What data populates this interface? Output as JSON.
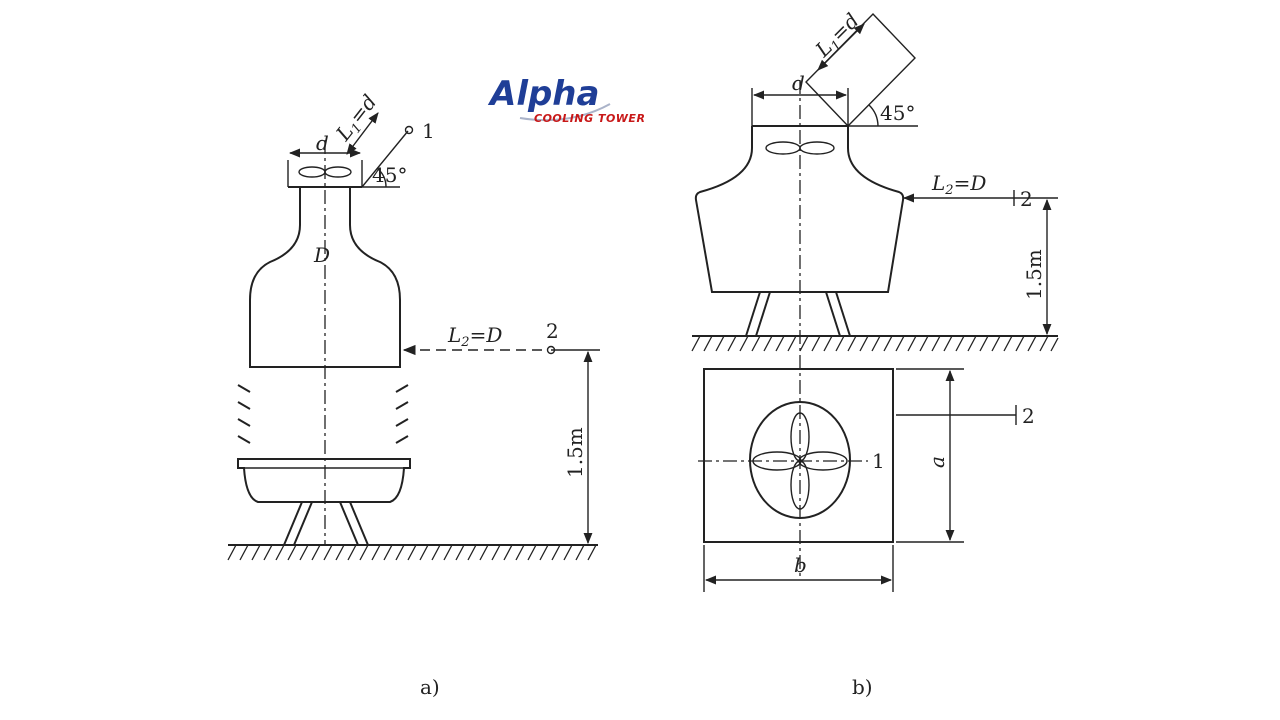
{
  "logo": {
    "brand": "Alpha",
    "tagline": "COOLING TOWER",
    "brand_color": "#1f3e97",
    "tagline_color": "#c81818"
  },
  "diagram_a": {
    "caption": "a)",
    "label_d": "d",
    "label_L1": "L",
    "label_L1_sub": "1",
    "label_L1_rest": "=d",
    "label_angle": "45°",
    "label_point1": "1",
    "label_D": "D",
    "label_L2": "L",
    "label_L2_sub": "2",
    "label_L2_rest": "=D",
    "label_point2": "2",
    "label_height": "1.5m"
  },
  "diagram_b": {
    "caption": "b)",
    "label_d": "d",
    "label_L1": "L",
    "label_L1_sub": "1",
    "label_L1_rest": "=d",
    "label_angle": "45°",
    "label_L2": "L",
    "label_L2_sub": "2",
    "label_L2_rest": "=D",
    "label_point2_top": "2",
    "label_height": "1.5m",
    "label_point1_plan": "1",
    "label_point2_plan": "2",
    "label_a": "a",
    "label_b": "b"
  }
}
